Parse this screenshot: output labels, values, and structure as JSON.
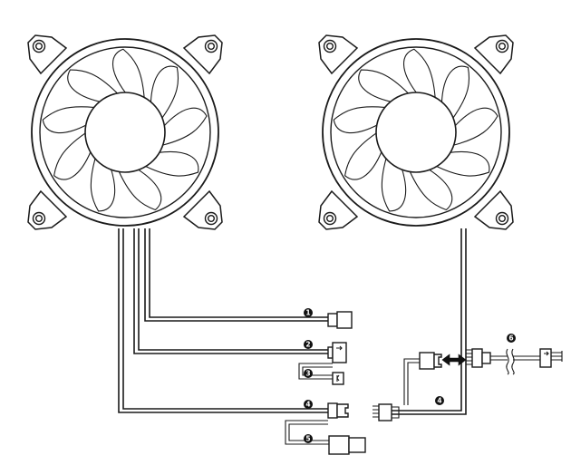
{
  "diagram": {
    "fans": [
      {
        "name": "fan-left",
        "blades": 9
      },
      {
        "name": "fan-right",
        "blades": 9
      }
    ],
    "callouts": [
      {
        "id": "callout-1",
        "label": "1"
      },
      {
        "id": "callout-2",
        "label": "2"
      },
      {
        "id": "callout-3",
        "label": "3"
      },
      {
        "id": "callout-4a",
        "label": "4"
      },
      {
        "id": "callout-5",
        "label": "5"
      },
      {
        "id": "callout-4b",
        "label": "4"
      },
      {
        "id": "callout-6",
        "label": "6"
      }
    ],
    "icons": [
      "fan-icon",
      "mounting-hole-icon",
      "connector-icon",
      "double-arrow-icon",
      "cable-break-icon"
    ]
  }
}
